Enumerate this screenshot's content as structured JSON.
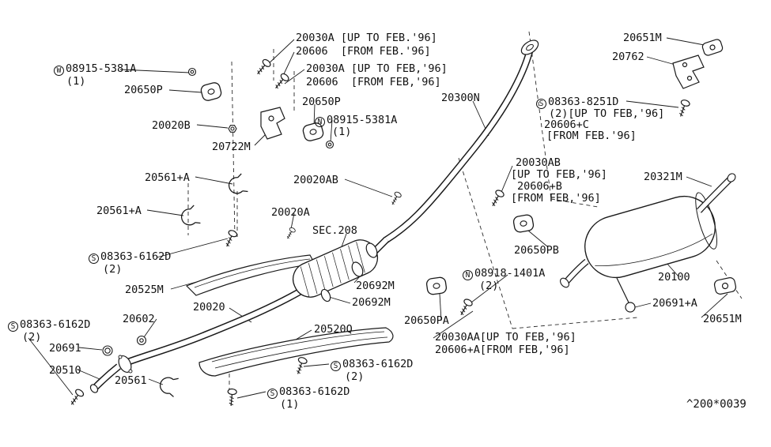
{
  "drawing": {
    "code": "^200*0039"
  },
  "labels": {
    "w08915": {
      "badge": "W",
      "text": "08915-5381A",
      "qty": "(1)"
    },
    "p20650p_left": {
      "text": "20650P"
    },
    "p20030a_1": {
      "text": "20030A [UP TO FEB.'96]"
    },
    "p20606_1": {
      "text": "20606  [FROM FEB.'96]"
    },
    "p20030a_2": {
      "text": "20030A [UP TO FEB,'96]"
    },
    "p20606_2": {
      "text": "20606  [FROM FEB,'96]"
    },
    "p20650p_right": {
      "text": "20650P"
    },
    "n08915": {
      "badge": "N",
      "text": "08915-5381A",
      "qty": "(1)"
    },
    "p20020b": {
      "text": "20020B"
    },
    "p20722m": {
      "text": "20722M"
    },
    "p20300n": {
      "text": "20300N"
    },
    "p20651m_top": {
      "text": "20651M"
    },
    "p20762": {
      "text": "20762"
    },
    "s08363_8251d": {
      "badge": "S",
      "text": "08363-8251D",
      "l2": "(2)[UP TO FEB,'96]",
      "l3": "20606+C",
      "l4": "[FROM FEB.'96]"
    },
    "p20561a_1": {
      "text": "20561+A"
    },
    "p20030ab": {
      "l1": "20030AB",
      "l2": "[UP TO FEB,'96]",
      "l3": "20606+B",
      "l4": "[FROM FEB,'96]"
    },
    "p20321m": {
      "text": "20321M"
    },
    "p20020ab": {
      "text": "20020AB"
    },
    "p20561a_2": {
      "text": "20561+A"
    },
    "p20020a": {
      "text": "20020A"
    },
    "sec208": {
      "text": "SEC.208"
    },
    "s08363_6162d_1": {
      "badge": "S",
      "text": "08363-6162D",
      "qty": "(2)"
    },
    "p20650pb": {
      "text": "20650PB"
    },
    "n08918": {
      "badge": "N",
      "text": "08918-1401A",
      "qty": "(2)"
    },
    "p20100": {
      "text": "20100"
    },
    "p20525m": {
      "text": "20525M"
    },
    "p20692m_1": {
      "text": "20692M"
    },
    "p20692m_2": {
      "text": "20692M"
    },
    "p20691a": {
      "text": "20691+A"
    },
    "p20651m_right": {
      "text": "20651M"
    },
    "p20020": {
      "text": "20020"
    },
    "p20602": {
      "text": "20602"
    },
    "p20520q": {
      "text": "20520Q"
    },
    "p20650pa": {
      "text": "20650PA"
    },
    "s08363_6162d_2": {
      "badge": "S",
      "text": "08363-6162D",
      "qty": "(2)"
    },
    "p20691": {
      "text": "20691"
    },
    "p20030aa": {
      "text": "20030AA[UP TO FEB,'96]"
    },
    "p20606a": {
      "text": "20606+A[FROM FEB,'96]"
    },
    "p20510": {
      "text": "20510"
    },
    "p20561": {
      "text": "20561"
    },
    "s08363_6162d_3": {
      "badge": "S",
      "text": "08363-6162D",
      "qty": "(2)"
    },
    "s08363_6162d_4": {
      "badge": "S",
      "text": "08363-6162D",
      "qty": "(1)"
    }
  }
}
